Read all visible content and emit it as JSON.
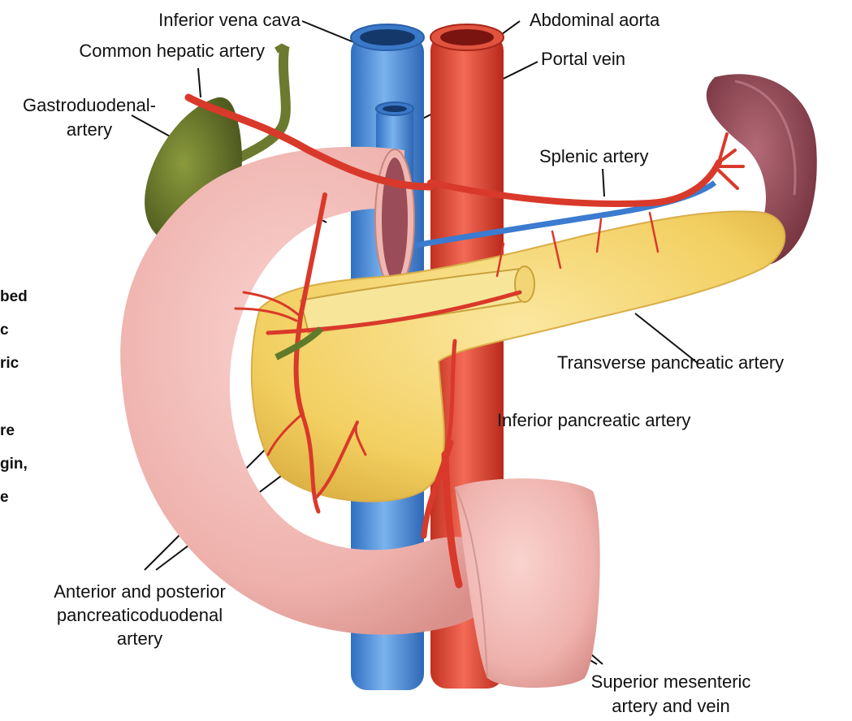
{
  "labels": {
    "inferior_vena_cava": "Inferior vena cava",
    "abdominal_aorta": "Abdominal aorta",
    "common_hepatic_artery": "Common hepatic artery",
    "portal_vein": "Portal vein",
    "gastroduodenal_line1": "Gastroduodenal-",
    "gastroduodenal_line2": "artery",
    "splenic_artery": "Splenic artery",
    "transverse_pancreatic_artery": "Transverse pancreatic artery",
    "inferior_pancreatic_artery": "Inferior pancreatic artery",
    "pancreaticoduodenal_line1": "Anterior and posterior",
    "pancreaticoduodenal_line2": "pancreaticoduodenal",
    "pancreaticoduodenal_line3": "artery",
    "superior_mesenteric_line1": "Superior mesenteric",
    "superior_mesenteric_line2": "artery and vein"
  },
  "side_text": [
    "bed",
    "c",
    "ric",
    "re",
    "gin,",
    "e"
  ],
  "colors": {
    "vein": "#4a8fd8",
    "artery": "#e04535",
    "pancreas": "#f3d36a",
    "duodenum": "#f2bdb8",
    "gallbladder": "#6b7a2e",
    "spleen": "#8e4150"
  }
}
